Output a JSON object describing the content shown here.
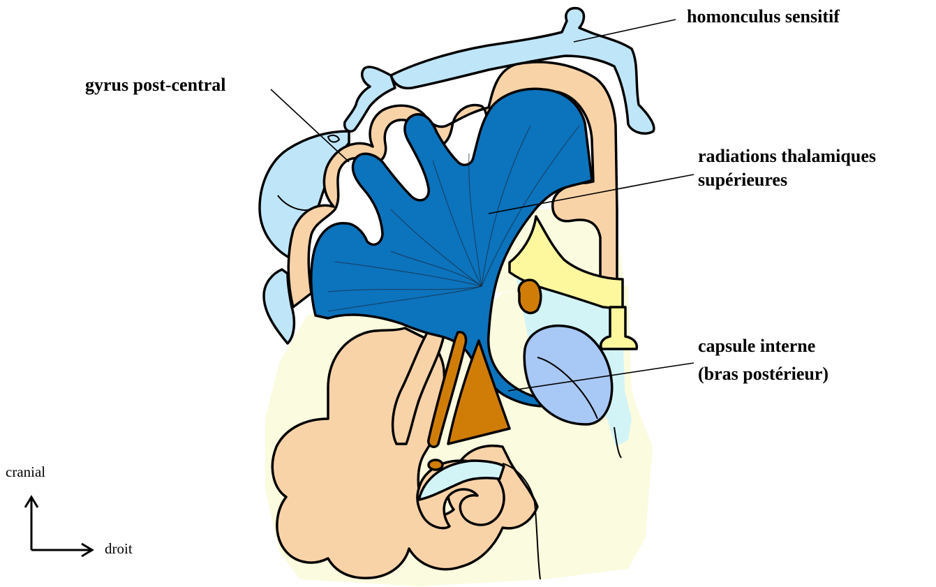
{
  "labels": {
    "homonculus": "homonculus sensitif",
    "gyrus": "gyrus post-central",
    "radiations_line1": "radiations thalamiques",
    "radiations_line2": "supérieures",
    "capsule_line1": "capsule interne",
    "capsule_line2": "(bras postérieur)"
  },
  "orientation": {
    "up": "cranial",
    "right": "droit"
  },
  "colors": {
    "cortex": "#f9d3a8",
    "white_matter": "#fbfbdf",
    "radiations": "#0c73bd",
    "homunculus": "#bfe5f8",
    "thalamus": "#a8c8f6",
    "nuclei": "#d07d07",
    "ventricle_yellow": "#fdf79e",
    "ventricle_blue": "#d2f4f7"
  }
}
